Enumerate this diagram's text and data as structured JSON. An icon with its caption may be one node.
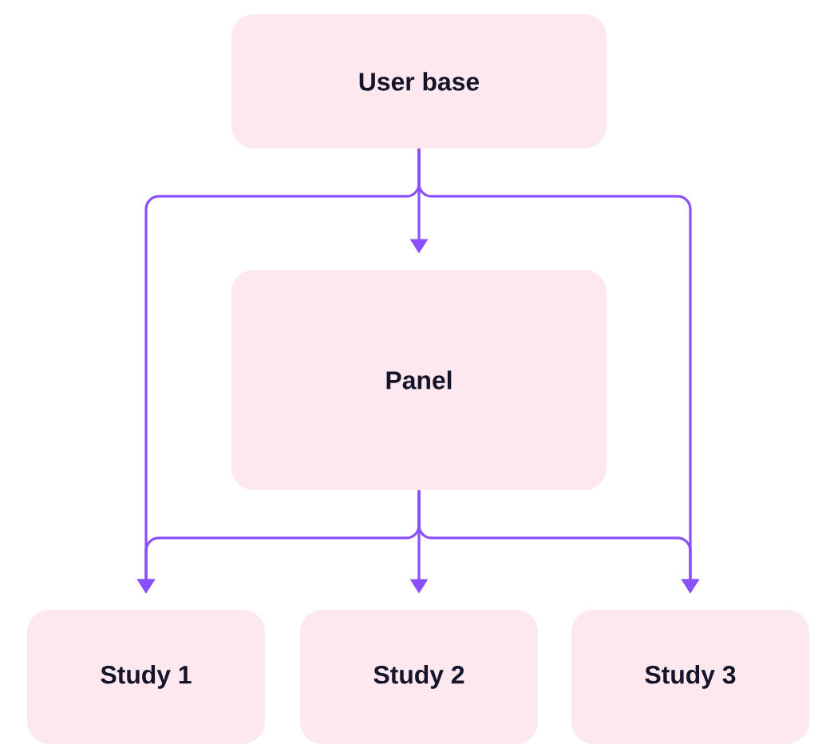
{
  "diagram": {
    "nodes": [
      {
        "text": [
          "User base"
        ]
      },
      {
        "text": [
          "Panel"
        ]
      },
      {
        "text": [
          "Study 1"
        ]
      },
      {
        "text": [
          "Study 2"
        ]
      },
      {
        "text": [
          "Study 3"
        ]
      }
    ],
    "edges": [
      {
        "from": 0,
        "to": 1,
        "arrow": "to"
      },
      {
        "from": 0,
        "to": 2,
        "arrow": "to"
      },
      {
        "from": 0,
        "to": 4,
        "arrow": "to"
      },
      {
        "from": 1,
        "to": 2,
        "arrow": "to"
      },
      {
        "from": 1,
        "to": 3,
        "arrow": "to"
      },
      {
        "from": 1,
        "to": 4,
        "arrow": "to"
      }
    ]
  }
}
